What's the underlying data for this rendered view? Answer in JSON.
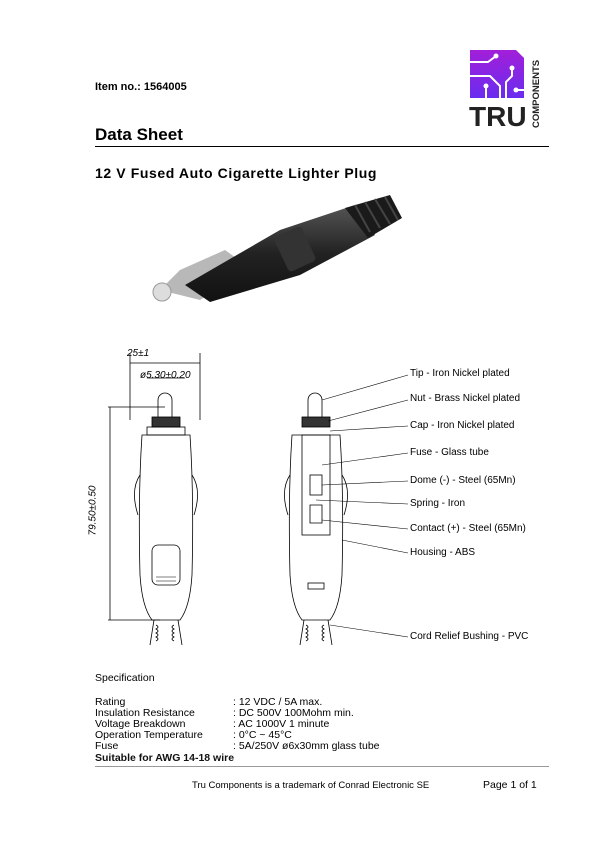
{
  "header": {
    "item_no": "Item no.: 1564005",
    "logo_text": "TRU COMPONENTS",
    "brand_color": "#8a2be2"
  },
  "doc": {
    "heading": "Data Sheet",
    "product_title": "12 V Fused Auto Cigarette Lighter Plug"
  },
  "drawing": {
    "dim_width": "25±1",
    "dim_tip": "ø5.30±0.20",
    "dim_length": "79.50±0.50",
    "labels": [
      "Tip - Iron Nickel plated",
      "Nut - Brass Nickel plated",
      "Cap - Iron Nickel plated",
      "Fuse - Glass tube",
      "Dome (-) - Steel (65Mn)",
      "Spring - Iron",
      "Contact (+) - Steel (65Mn)",
      "Housing - ABS",
      "Cord Relief Bushing - PVC"
    ]
  },
  "spec": {
    "heading": "Specification",
    "rows": [
      {
        "k": "Rating",
        "v": ": 12 VDC / 5A max."
      },
      {
        "k": "Insulation Resistance",
        "v": ": DC 500V 100Mohm min."
      },
      {
        "k": "Voltage Breakdown",
        "v": ": AC 1000V 1 minute"
      },
      {
        "k": "Operation Temperature",
        "v": ": 0°C ~ 45°C"
      },
      {
        "k": "Fuse",
        "v": ": 5A/250V  ø6x30mm glass tube"
      }
    ],
    "note": "Suitable for AWG 14-18 wire"
  },
  "footer": {
    "trademark": "Tru Components is a trademark of Conrad Electronic SE",
    "page": "Page 1 of 1"
  }
}
